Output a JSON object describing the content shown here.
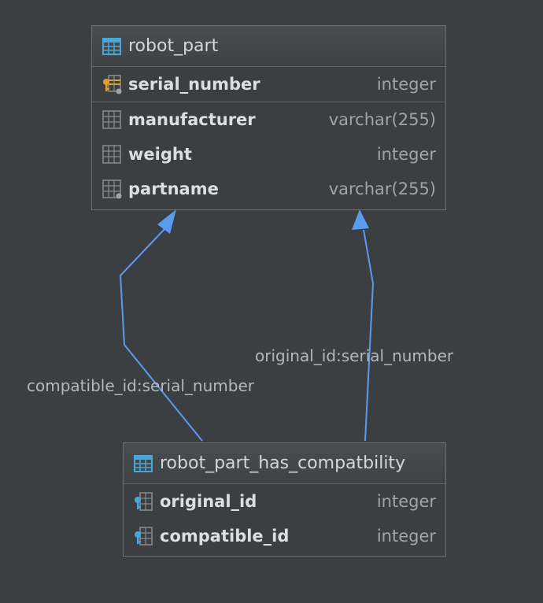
{
  "tables": [
    {
      "name": "robot_part",
      "sections": [
        [
          {
            "name": "serial_number",
            "type": "integer",
            "icon": "primary-key-column-icon"
          }
        ],
        [
          {
            "name": "manufacturer",
            "type": "varchar(255)",
            "icon": "column-icon"
          },
          {
            "name": "weight",
            "type": "integer",
            "icon": "column-icon"
          },
          {
            "name": "partname",
            "type": "varchar(255)",
            "icon": "column-nullable-icon"
          }
        ]
      ]
    },
    {
      "name": "robot_part_has_compatbility",
      "sections": [
        [
          {
            "name": "original_id",
            "type": "integer",
            "icon": "foreign-key-column-icon"
          },
          {
            "name": "compatible_id",
            "type": "integer",
            "icon": "foreign-key-column-icon"
          }
        ]
      ]
    }
  ],
  "relations": [
    {
      "label": "compatible_id:serial_number",
      "from": "robot_part_has_compatbility",
      "to": "robot_part"
    },
    {
      "label": "original_id:serial_number",
      "from": "robot_part_has_compatbility",
      "to": "robot_part"
    }
  ],
  "colors": {
    "background": "#3c3f41",
    "edge": "#5a9bf0",
    "table_icon": "#4aa8d8",
    "primary_key": "#e0a030",
    "foreign_key": "#4aa8d8"
  }
}
